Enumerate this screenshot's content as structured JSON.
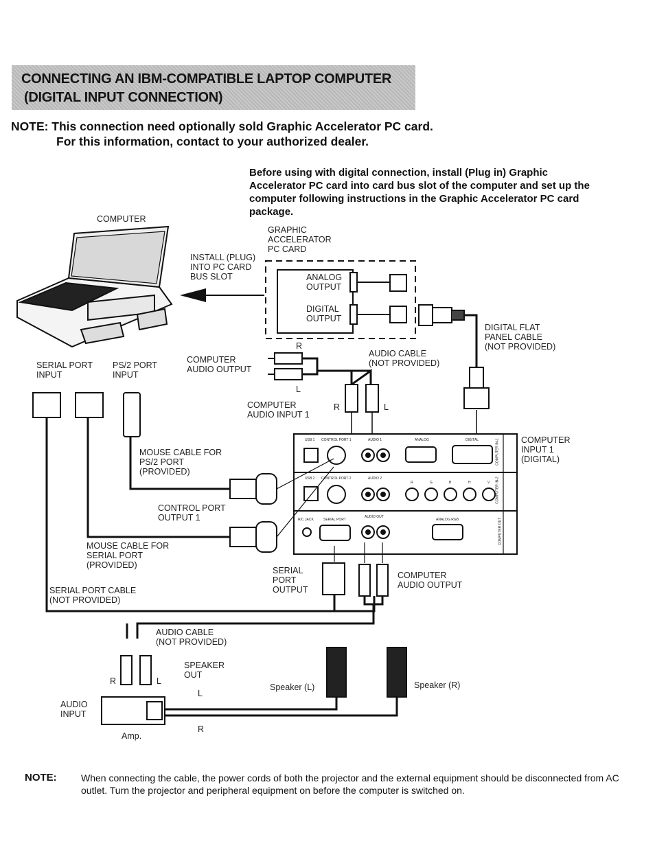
{
  "header": {
    "title_line1": "CONNECTING AN IBM-COMPATIBLE LAPTOP COMPUTER",
    "title_line2": "(DIGITAL INPUT CONNECTION)"
  },
  "note_top": {
    "line1": "NOTE: This connection need optionally sold Graphic Accelerator PC card.",
    "line2": "For this information, contact to your authorized dealer."
  },
  "instruction": "Before using with digital connection, install (Plug in) Graphic Accelerator PC card into card bus slot of the computer and set up the computer following instructions in the Graphic Accelerator PC card package.",
  "labels": {
    "computer": "COMPUTER",
    "graphic_card": "GRAPHIC\nACCELERATOR\nPC CARD",
    "install": "INSTALL (PLUG)\nINTO PC CARD\nBUS SLOT",
    "analog_output": "ANALOG\nOUTPUT",
    "digital_output": "DIGITAL\nOUTPUT",
    "digital_flat_panel_cable": "DIGITAL FLAT\nPANEL CABLE\n(NOT PROVIDED)",
    "r_top": "R",
    "l_top": "L",
    "computer_audio_output_top": "COMPUTER\nAUDIO OUTPUT",
    "audio_cable_top": "AUDIO CABLE\n(NOT PROVIDED)",
    "serial_port_input": "SERIAL PORT\nINPUT",
    "ps2_port_input": "PS/2 PORT\nINPUT",
    "computer_audio_input_1": "COMPUTER\nAUDIO INPUT 1",
    "r_mid": "R",
    "l_mid": "L",
    "computer_input_1": "COMPUTER\nINPUT 1\n(DIGITAL)",
    "mouse_cable_ps2": "MOUSE CABLE FOR\nPS/2 PORT\n(PROVIDED)",
    "control_port_output_1": "CONTROL PORT\nOUTPUT 1",
    "mouse_cable_serial": "MOUSE CABLE FOR\nSERIAL PORT\n(PROVIDED)",
    "serial_port_output": "SERIAL\nPORT\nOUTPUT",
    "computer_audio_output_bottom": "COMPUTER\nAUDIO OUTPUT",
    "serial_port_cable": "SERIAL PORT CABLE\n(NOT PROVIDED)",
    "audio_cable_bottom": "AUDIO CABLE\n(NOT PROVIDED)",
    "speaker_out": "SPEAKER\nOUT",
    "r_amp": "R",
    "l_amp": "L",
    "l_speaker": "L",
    "r_speaker": "R",
    "speaker_l": "Speaker (L)",
    "speaker_r": "Speaker (R)",
    "audio_input": "AUDIO\nINPUT",
    "amp": "Amp."
  },
  "panel": {
    "usb1": "USB 1",
    "control_port_1": "CONTROL PORT 1",
    "audio_1": "AUDIO 1",
    "analog": "ANALOG",
    "digital": "DIGITAL",
    "computer_in_1": "COMPUTER IN-1",
    "usb2": "USB 2",
    "control_port_2": "CONTROL PORT 2",
    "audio_2": "AUDIO 2",
    "r": "R",
    "g": "G",
    "b": "B",
    "h": "H",
    "v": "V",
    "computer_in_2": "COMPUTER IN-2",
    "rc_jack": "R/C JACK",
    "serial_port": "SERIAL PORT",
    "audio_out": "AUDIO OUT",
    "analog_rgb": "ANALOG RGB",
    "computer_out": "COMPUTER OUT"
  },
  "note_bottom": {
    "heading": "NOTE:",
    "body": "When connecting the cable, the power cords of both the projector and the external equipment should be disconnected from AC outlet. Turn the projector and peripheral equipment on before the computer is switched on."
  }
}
